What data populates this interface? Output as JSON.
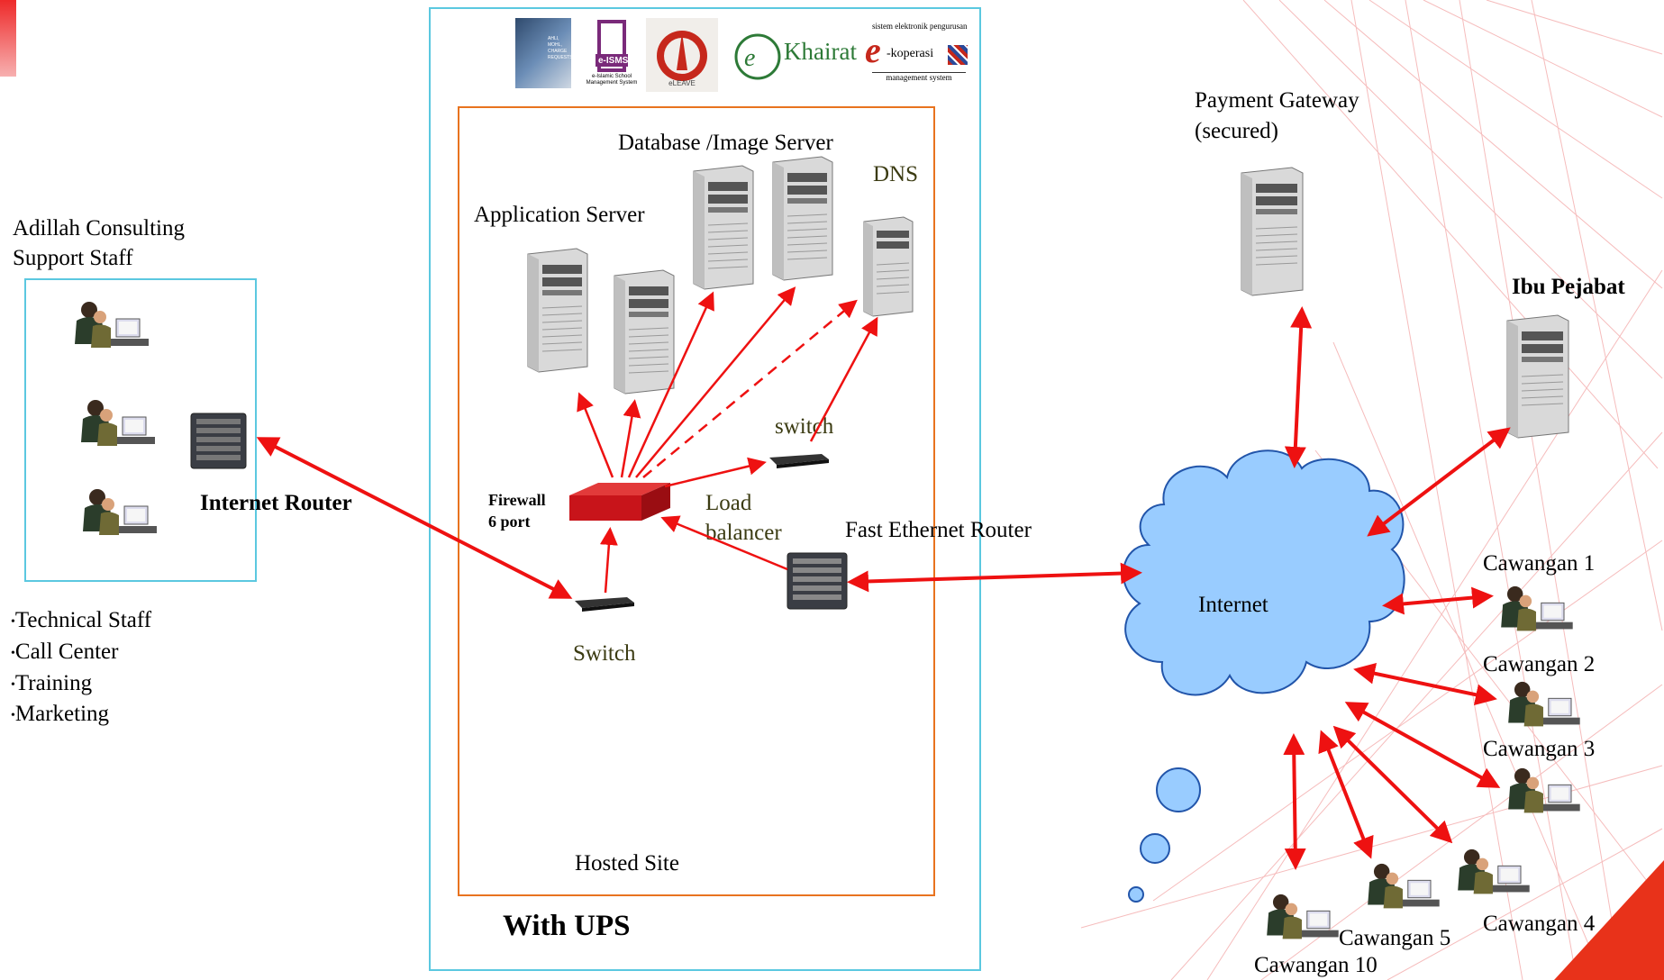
{
  "support": {
    "title_line1": "Adillah Consulting",
    "title_line2": "Support Staff",
    "router_label": "Internet Router",
    "list": [
      "Technical Staff",
      "Call Center",
      "Training",
      "Marketing"
    ]
  },
  "hosted": {
    "app_server": "Application Server",
    "db_server": "Database /Image Server",
    "dns": "DNS",
    "switch_small": "switch",
    "firewall_line1": "Firewall",
    "firewall_line2": "6 port",
    "load_line1": "Load",
    "load_line2": "balancer",
    "fast_router": "Fast Ethernet Router",
    "switch_main": "Switch",
    "site_label": "Hosted Site",
    "ups_label": "With UPS"
  },
  "logos": {
    "ismr_small": "e-ISMS",
    "ismr_caption": "e-Islamic School Management System",
    "eleave": "eLEAVE",
    "khairat": "Khairat",
    "ekoperasi_top": "sistem elektronik pengurusan",
    "ekoperasi": "-koperasi",
    "ekoperasi_bottom": "management system",
    "ahli_text": "AHLI, MOHL, CHARGE REQUESTS"
  },
  "network": {
    "payment_line1": "Payment Gateway",
    "payment_line2": "(secured)",
    "hq": "Ibu Pejabat",
    "internet": "Internet",
    "branches": [
      "Cawangan 1",
      "Cawangan 2",
      "Cawangan 3",
      "Cawangan 4",
      "Cawangan 5",
      "Cawangan 10"
    ]
  },
  "colors": {
    "arrow": "#ee1111",
    "cloud": "#99ccff",
    "box_cyan": "#5bc8e0",
    "box_orange": "#e8731f",
    "firewall": "#cc1111"
  }
}
